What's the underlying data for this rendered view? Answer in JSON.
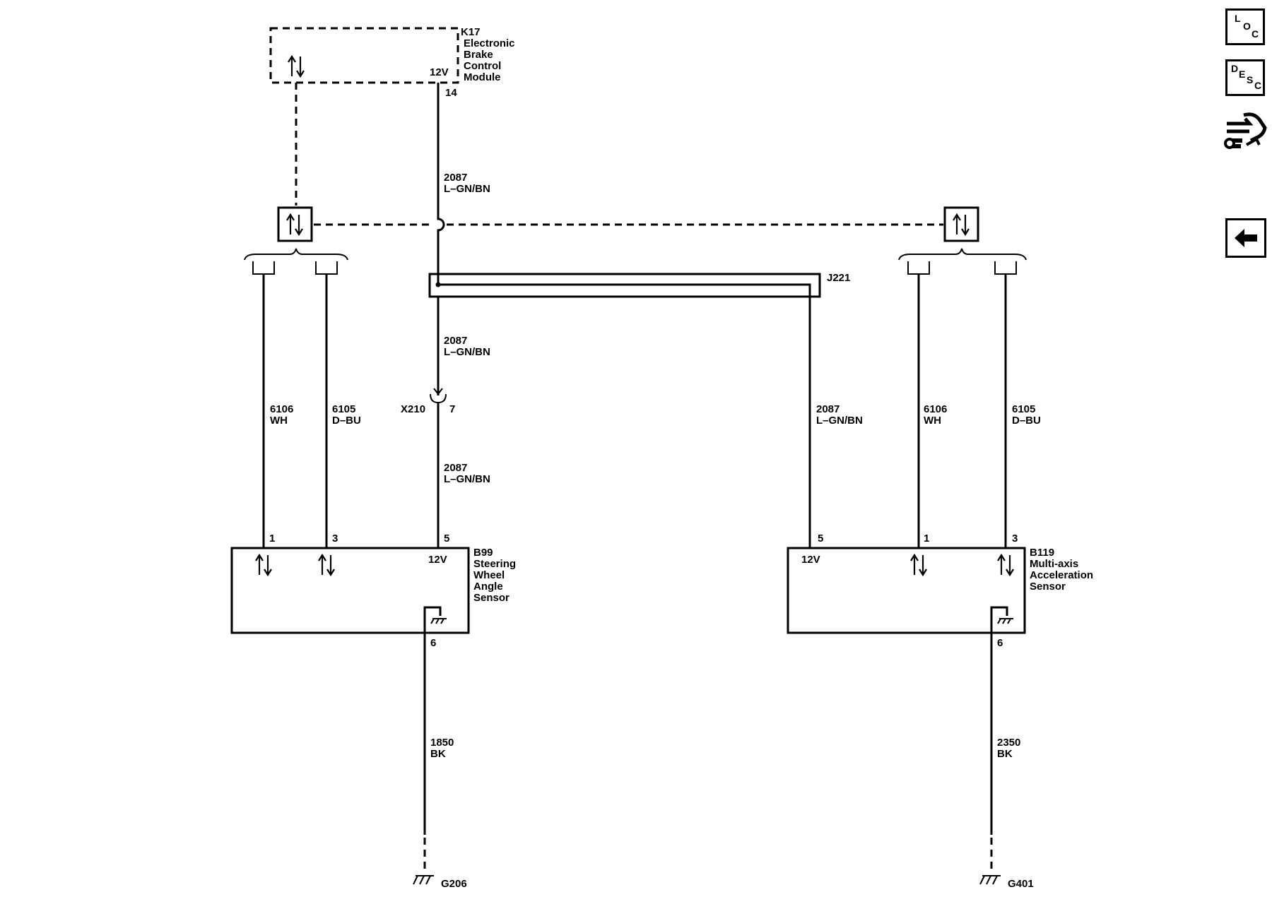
{
  "modules": {
    "k17": {
      "id": "K17",
      "name_lines": [
        "Electronic",
        "Brake",
        "Control",
        "Module"
      ],
      "voltage": "12V",
      "pin": "14"
    },
    "b99": {
      "id": "B99",
      "name_lines": [
        "Steering",
        "Wheel",
        "Angle",
        "Sensor"
      ],
      "voltage": "12V",
      "pins": [
        "1",
        "3",
        "5"
      ],
      "ground_pin": "6"
    },
    "b119": {
      "id": "B119",
      "name_lines": [
        "Multi-axis",
        "Acceleration",
        "Sensor"
      ],
      "voltage": "12V",
      "pins": [
        "5",
        "1",
        "3"
      ],
      "ground_pin": "6"
    }
  },
  "wires": {
    "k17_to_splice": {
      "circuit": "2087",
      "color": "L–GN/BN"
    },
    "splice_to_x210": {
      "circuit": "2087",
      "color": "L–GN/BN"
    },
    "x210_to_b99": {
      "circuit": "2087",
      "color": "L–GN/BN"
    },
    "splice_to_b119": {
      "circuit": "2087",
      "color": "L–GN/BN"
    },
    "b99_wh": {
      "circuit": "6106",
      "color": "WH"
    },
    "b99_dbu": {
      "circuit": "6105",
      "color": "D–BU"
    },
    "b119_wh": {
      "circuit": "6106",
      "color": "WH"
    },
    "b119_dbu": {
      "circuit": "6105",
      "color": "D–BU"
    },
    "b99_ground": {
      "circuit": "1850",
      "color": "BK"
    },
    "b119_ground": {
      "circuit": "2350",
      "color": "BK"
    }
  },
  "connectors": {
    "splice": {
      "id": "J221"
    },
    "inline": {
      "id": "X210",
      "pin": "7"
    }
  },
  "grounds": {
    "left": "G206",
    "right": "G401"
  },
  "nav": {
    "loc": {
      "letters": [
        "L",
        "O",
        "C"
      ],
      "icon": "location-icon"
    },
    "desc": {
      "letters": [
        "D",
        "E",
        "S",
        "C"
      ],
      "icon": "description-icon"
    },
    "service": {
      "icon": "hand-wrench-icon"
    },
    "back": {
      "icon": "back-arrow-icon"
    }
  }
}
